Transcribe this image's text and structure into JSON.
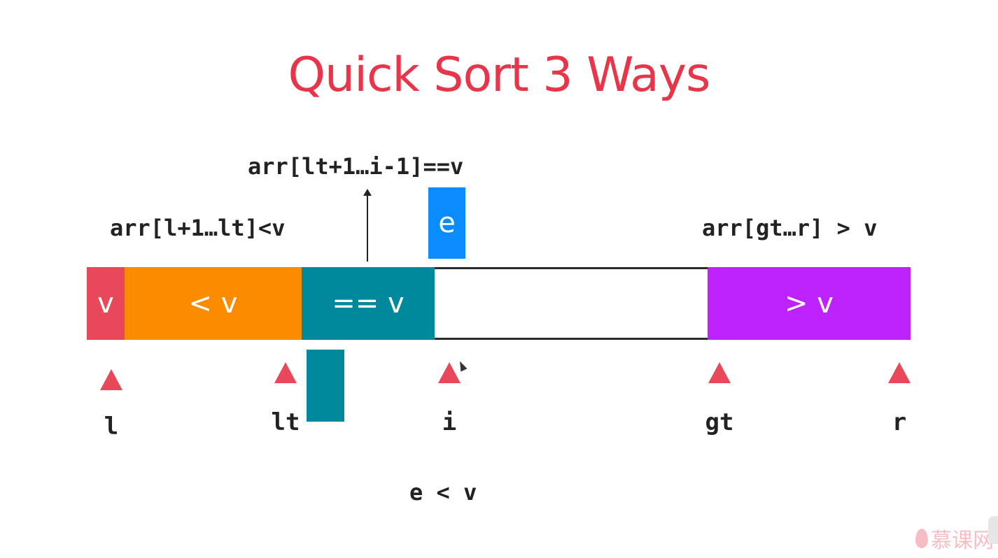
{
  "title": "Quick Sort 3 Ways",
  "colors": {
    "title": "#e8354a",
    "pivot": "#e8485a",
    "less": "#fb8c00",
    "equal": "#00889c",
    "current": "#0a8cff",
    "greater": "#bd22fb",
    "pointer": "#e8485a"
  },
  "range_labels": {
    "less": "arr[l+1…lt]<v",
    "equal": "arr[lt+1…i-1]==v",
    "greater": "arr[gt…r] > v"
  },
  "segments": {
    "pivot": "v",
    "less": "< v",
    "equal": "== v",
    "greater": "> v"
  },
  "current_element": "e",
  "indices": [
    "l",
    "lt",
    "i",
    "gt",
    "r"
  ],
  "condition": "e < v",
  "watermark": "慕课网"
}
